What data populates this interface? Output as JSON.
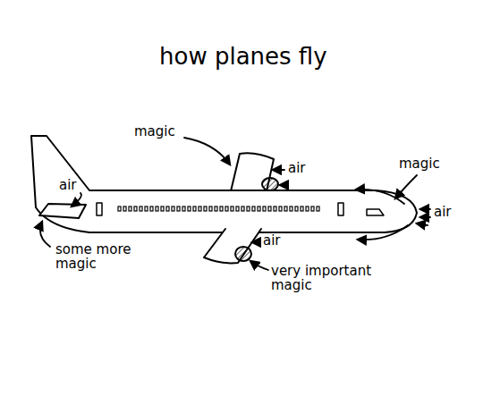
{
  "diagram": {
    "title": "how planes fly",
    "labels": [
      "magic",
      "air",
      "magic",
      "air",
      "air",
      "air",
      "some more magic",
      "very important magic"
    ]
  }
}
